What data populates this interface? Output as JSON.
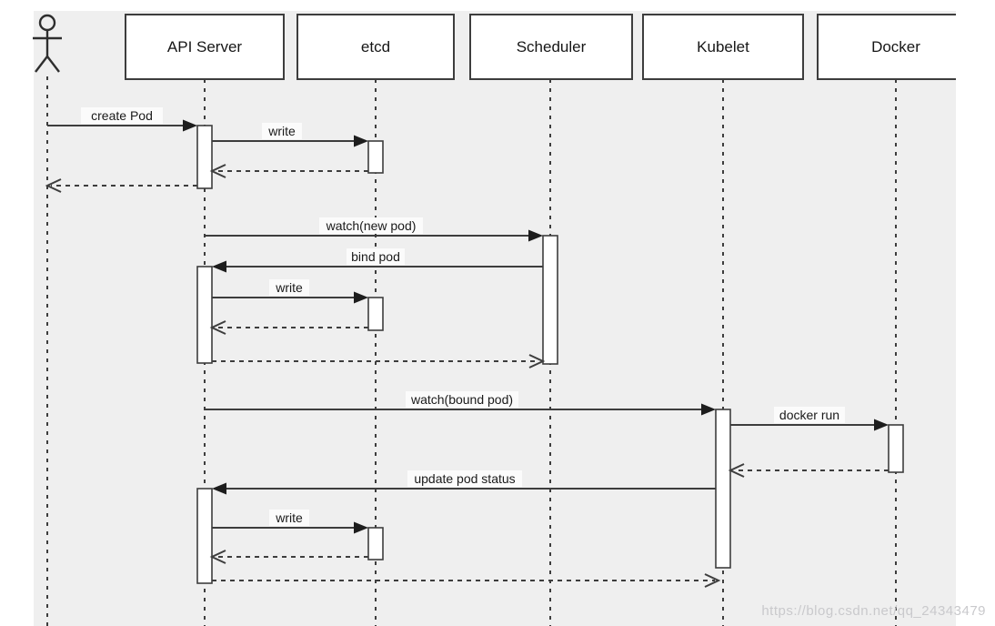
{
  "canvas": {
    "background": "#efefef",
    "page_background": "#ffffff",
    "line_color": "#3d3d3d",
    "box_fill": "#ffffff",
    "text_color": "#161616",
    "watermark_color": "#c9c9cc"
  },
  "actor": {
    "icon": "person-stick-figure"
  },
  "participants": [
    {
      "label": "API Server"
    },
    {
      "label": "etcd"
    },
    {
      "label": "Scheduler"
    },
    {
      "label": "Kubelet"
    },
    {
      "label": "Docker"
    }
  ],
  "messages": [
    {
      "label": "create Pod",
      "from": "User",
      "to": "API Server",
      "style": "solid"
    },
    {
      "label": "write",
      "from": "API Server",
      "to": "etcd",
      "style": "solid"
    },
    {
      "label": "",
      "from": "etcd",
      "to": "API Server",
      "style": "dashed-return"
    },
    {
      "label": "",
      "from": "API Server",
      "to": "User",
      "style": "dashed-return"
    },
    {
      "label": "watch(new pod)",
      "from": "API Server",
      "to": "Scheduler",
      "style": "solid"
    },
    {
      "label": "bind pod",
      "from": "Scheduler",
      "to": "API Server",
      "style": "solid"
    },
    {
      "label": "write",
      "from": "API Server",
      "to": "etcd",
      "style": "solid"
    },
    {
      "label": "",
      "from": "etcd",
      "to": "API Server",
      "style": "dashed-return"
    },
    {
      "label": "",
      "from": "API Server",
      "to": "Scheduler",
      "style": "dashed-return"
    },
    {
      "label": "watch(bound pod)",
      "from": "API Server",
      "to": "Kubelet",
      "style": "solid"
    },
    {
      "label": "docker run",
      "from": "Kubelet",
      "to": "Docker",
      "style": "solid"
    },
    {
      "label": "",
      "from": "Docker",
      "to": "Kubelet",
      "style": "dashed-return"
    },
    {
      "label": "update pod status",
      "from": "Kubelet",
      "to": "API Server",
      "style": "solid"
    },
    {
      "label": "write",
      "from": "API Server",
      "to": "etcd",
      "style": "solid"
    },
    {
      "label": "",
      "from": "etcd",
      "to": "API Server",
      "style": "dashed-return"
    },
    {
      "label": "",
      "from": "API Server",
      "to": "Kubelet",
      "style": "dashed-return"
    }
  ],
  "watermark": {
    "text": "https://blog.csdn.net/qq_24343479"
  }
}
